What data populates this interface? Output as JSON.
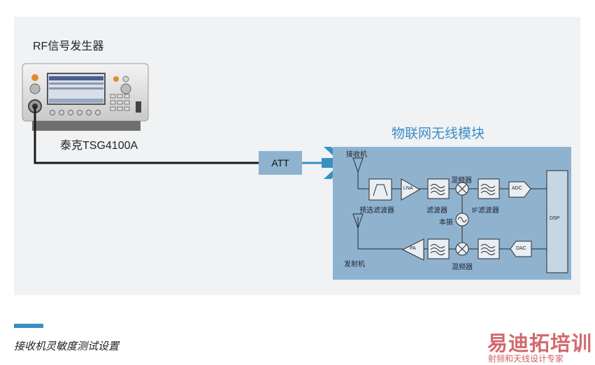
{
  "generator": {
    "title": "RF信号发生器",
    "model": "泰克TSG4100A"
  },
  "attenuator": {
    "label": "ATT"
  },
  "module": {
    "title": "物联网无线模块",
    "receiver": {
      "label": "接收机",
      "preselect_filter": "预选滤波器",
      "lna": "LNA",
      "filter": "滤波器",
      "mixer": "混频器",
      "if_filter": "IF滤波器",
      "adc": "ADC"
    },
    "local_oscillator": "本振",
    "dsp": "DSP",
    "transmitter": {
      "label": "发射机",
      "pa": "PA",
      "mixer": "混频器",
      "dac": "DAC"
    }
  },
  "caption": "接收机灵敏度测试设置",
  "watermark": {
    "brand": "易迪拓培训",
    "tagline": "射频和天线设计专家"
  },
  "colors": {
    "panel_bg": "#f0f2f4",
    "module_bg": "#8fb3cf",
    "module_title": "#3a8fc4",
    "arrow": "#3a8fc4",
    "caption_bar": "#3a8fc4",
    "watermark": "#c8454a"
  }
}
